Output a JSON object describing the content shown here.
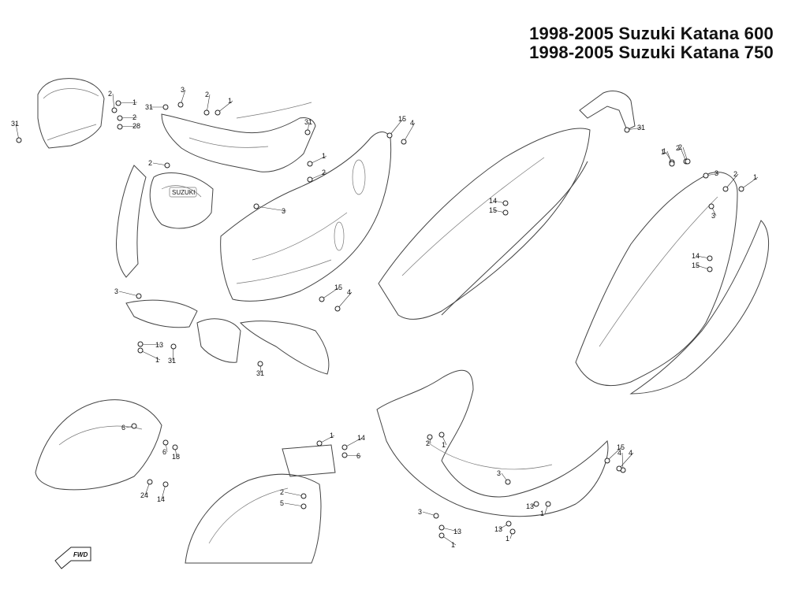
{
  "titles": {
    "line1": "1998-2005 Suzuki Katana 600",
    "line2": "1998-2005 Suzuki Katana 750"
  },
  "fwd_label": "FWD",
  "decal_text": "SUZUKI",
  "callouts": [
    {
      "id": "c1",
      "text": "1"
    },
    {
      "id": "c2",
      "text": "2"
    },
    {
      "id": "c3",
      "text": "28"
    },
    {
      "id": "c4",
      "text": "31"
    },
    {
      "id": "c5",
      "text": "3"
    },
    {
      "id": "c6",
      "text": "31"
    },
    {
      "id": "c7",
      "text": "2"
    },
    {
      "id": "c8",
      "text": "1"
    },
    {
      "id": "c9",
      "text": "31"
    },
    {
      "id": "c10",
      "text": "2"
    },
    {
      "id": "c11",
      "text": "1"
    },
    {
      "id": "c12",
      "text": "2"
    },
    {
      "id": "c13",
      "text": "3"
    },
    {
      "id": "c14",
      "text": "15"
    },
    {
      "id": "c15",
      "text": "4"
    },
    {
      "id": "c16",
      "text": "3"
    },
    {
      "id": "c17",
      "text": "13"
    },
    {
      "id": "c18",
      "text": "1"
    },
    {
      "id": "c19",
      "text": "31"
    },
    {
      "id": "c20",
      "text": "31"
    },
    {
      "id": "c21",
      "text": "15"
    },
    {
      "id": "c22",
      "text": "4"
    },
    {
      "id": "c23",
      "text": "14"
    },
    {
      "id": "c24",
      "text": "15"
    },
    {
      "id": "c25",
      "text": "31"
    },
    {
      "id": "c26",
      "text": "1"
    },
    {
      "id": "c27",
      "text": "2"
    },
    {
      "id": "c28",
      "text": "3"
    },
    {
      "id": "c29",
      "text": "2"
    },
    {
      "id": "c30",
      "text": "1"
    },
    {
      "id": "c31",
      "text": "3"
    },
    {
      "id": "c32",
      "text": "14"
    },
    {
      "id": "c33",
      "text": "15"
    },
    {
      "id": "c34",
      "text": "4"
    },
    {
      "id": "c35",
      "text": "6"
    },
    {
      "id": "c36",
      "text": "6"
    },
    {
      "id": "c37",
      "text": "18"
    },
    {
      "id": "c38",
      "text": "24"
    },
    {
      "id": "c39",
      "text": "14"
    },
    {
      "id": "c40",
      "text": "1"
    },
    {
      "id": "c41",
      "text": "14"
    },
    {
      "id": "c42",
      "text": "6"
    },
    {
      "id": "c43",
      "text": "2"
    },
    {
      "id": "c44",
      "text": "5"
    },
    {
      "id": "c45",
      "text": "2"
    },
    {
      "id": "c46",
      "text": "1"
    },
    {
      "id": "c47",
      "text": "15"
    },
    {
      "id": "c48",
      "text": "4"
    },
    {
      "id": "c49",
      "text": "3"
    },
    {
      "id": "c50",
      "text": "13"
    },
    {
      "id": "c51",
      "text": "1"
    },
    {
      "id": "c52",
      "text": "13"
    },
    {
      "id": "c53",
      "text": "1"
    },
    {
      "id": "c54",
      "text": "3"
    },
    {
      "id": "c55",
      "text": "13"
    },
    {
      "id": "c56",
      "text": "1"
    },
    {
      "id": "c57",
      "text": "2"
    },
    {
      "id": "c58",
      "text": "1"
    },
    {
      "id": "c59",
      "text": "2"
    }
  ]
}
